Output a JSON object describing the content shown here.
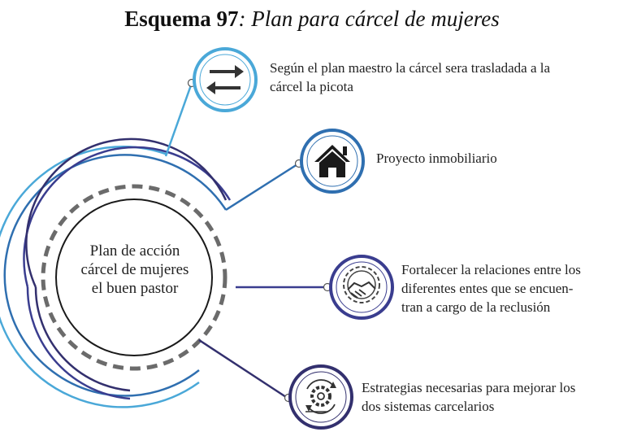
{
  "title": {
    "number": "Esquema 97",
    "separator": ": ",
    "subtitle": "Plan para cárcel de mujeres"
  },
  "center": {
    "lines": [
      "Plan de acción",
      "cárcel de mujeres",
      "el buen pastor"
    ]
  },
  "items": [
    {
      "icon": "swap-arrows-icon",
      "color": "#4aa8d8",
      "lines": [
        "Según el plan maestro la cárcel sera trasladada a la",
        "cárcel la picota"
      ]
    },
    {
      "icon": "house-icon",
      "color": "#2f6fb0",
      "lines": [
        "Proyecto inmobiliario"
      ]
    },
    {
      "icon": "handshake-gear-icon",
      "color": "#3a3d8f",
      "lines": [
        "Fortalecer la relaciones entre los",
        "diferentes entes que se encuen-",
        "tran a cargo de la reclusión"
      ]
    },
    {
      "icon": "cycle-gear-icon",
      "color": "#33306e",
      "lines": [
        "Estrategias necesarias para  mejorar los",
        "dos sistemas carcelarios"
      ]
    }
  ],
  "colors": {
    "inner_circle": "#1a1a1a",
    "dashed_ring": "#6b6b6b"
  }
}
